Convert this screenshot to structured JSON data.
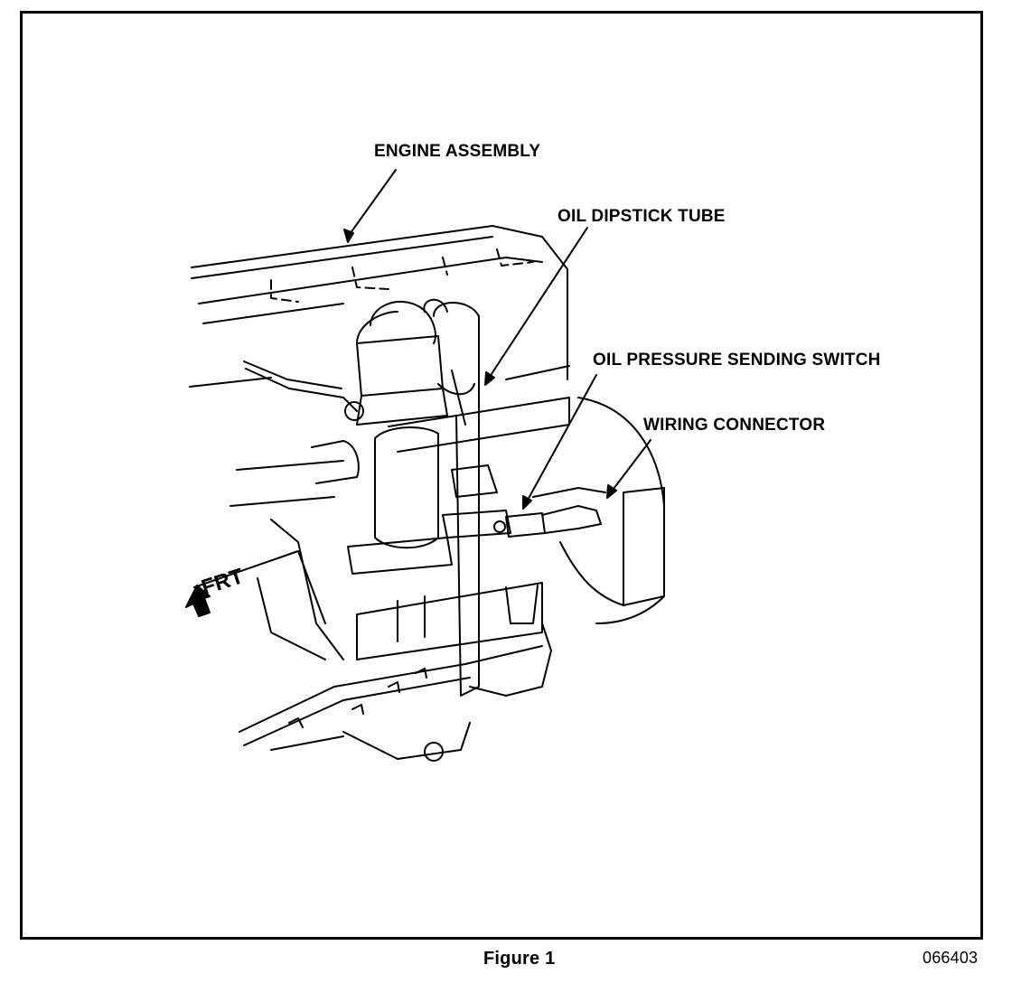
{
  "labels": {
    "engine_assembly": "ENGINE ASSEMBLY",
    "oil_dipstick_tube": "OIL DIPSTICK TUBE",
    "oil_pressure_sending_switch": "OIL PRESSURE SENDING SWITCH",
    "wiring_connector": "WIRING CONNECTOR",
    "front_indicator": "FRT"
  },
  "caption": "Figure 1",
  "document_number": "066403",
  "colors": {
    "ink": "#000000",
    "paper": "#ffffff"
  }
}
